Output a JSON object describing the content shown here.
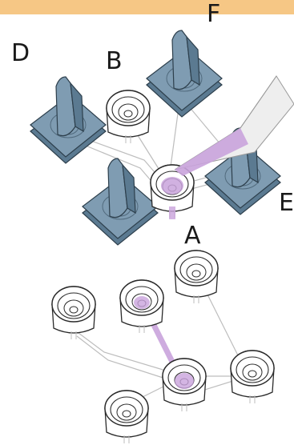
{
  "header": {
    "accent_color": "#f6c785"
  },
  "labels": {
    "a": "A",
    "b": "B",
    "d": "D",
    "e": "E",
    "f": "F"
  },
  "colors": {
    "cap_fill": "#7f9cb2",
    "cap_dark": "#5b7a91",
    "cap_stroke": "#2d3f4c",
    "sample_purple": "#c9a3dc",
    "well_stroke": "#2a2a2a",
    "channel_stroke": "#bdbdbd",
    "pipette_fill": "#eeeeee"
  },
  "icons": [
    "pipette-icon",
    "port-cap-icon",
    "open-well-icon",
    "microfluidic-chip-icon"
  ]
}
